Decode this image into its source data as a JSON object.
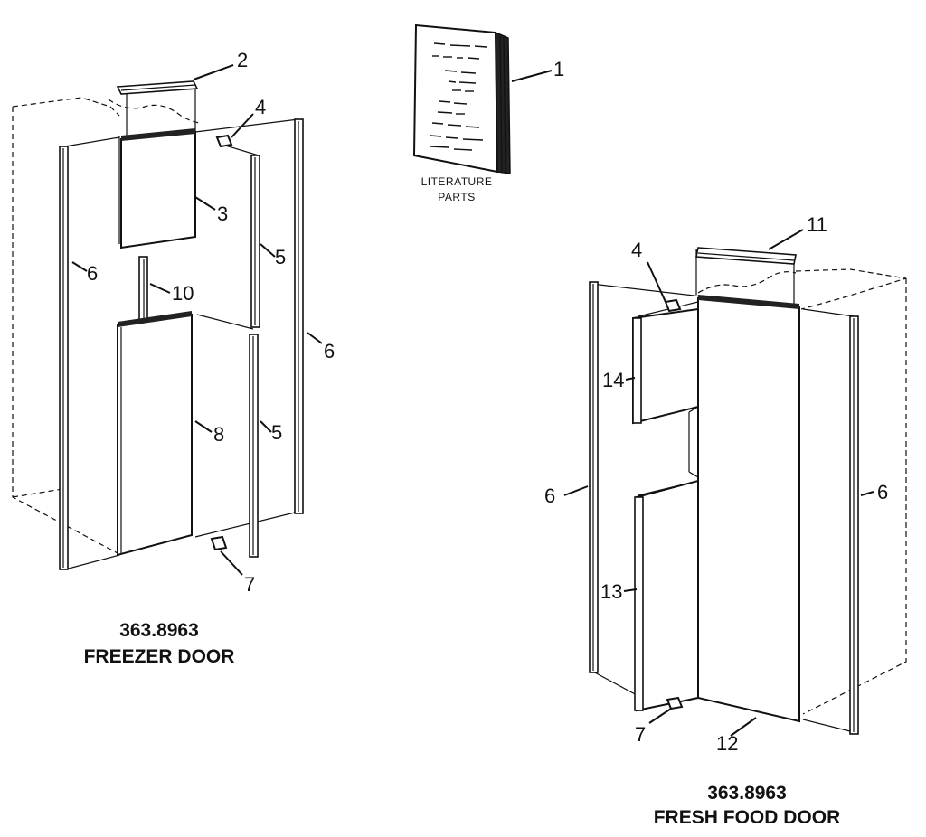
{
  "literature": {
    "line1": "LITERATURE",
    "line2": "PARTS"
  },
  "freezer": {
    "model": "363.8963",
    "name": "FREEZER DOOR",
    "callouts": {
      "c2": "2",
      "c3": "3",
      "c4": "4",
      "c5a": "5",
      "c5b": "5",
      "c6a": "6",
      "c6b": "6",
      "c7": "7",
      "c8": "8",
      "c10": "10"
    }
  },
  "fresh_food": {
    "model": "363.8963",
    "name": "FRESH FOOD DOOR",
    "callouts": {
      "c4": "4",
      "c6a": "6",
      "c6b": "6",
      "c7": "7",
      "c11": "11",
      "c12": "12",
      "c13": "13",
      "c14": "14"
    }
  },
  "manual_callout": "1"
}
